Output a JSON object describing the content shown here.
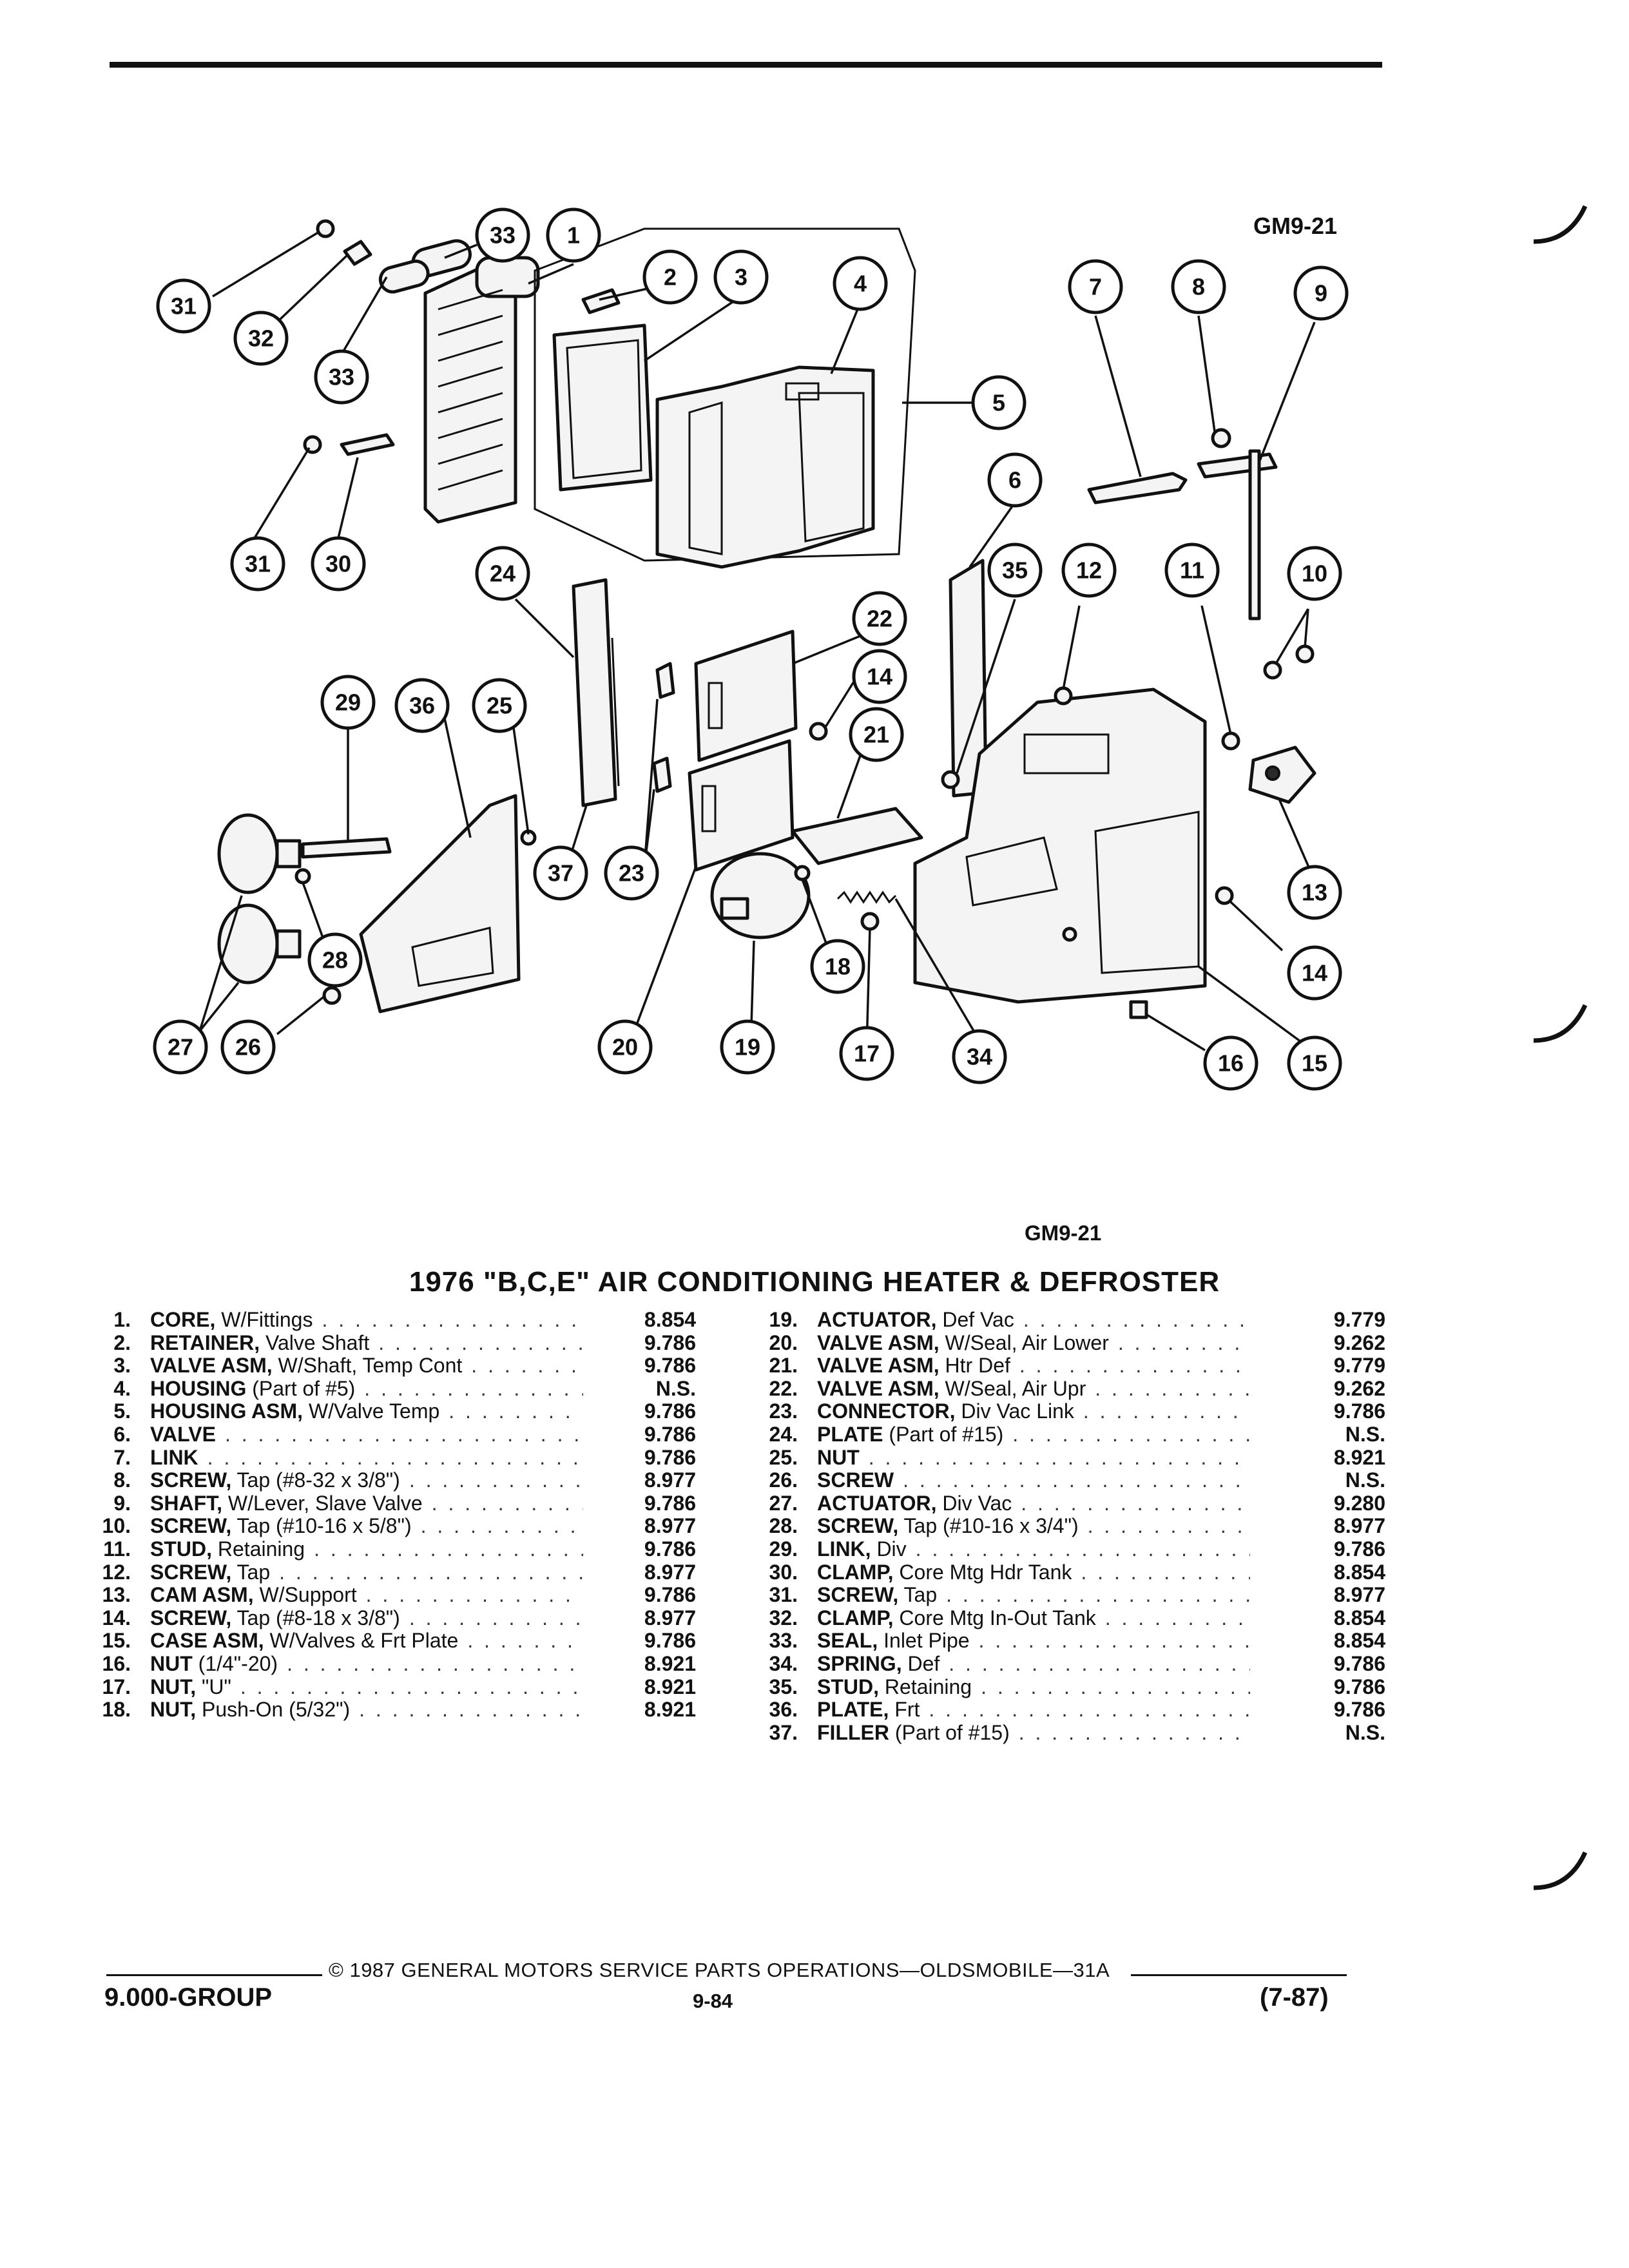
{
  "figure_code_top": "GM9-21",
  "figure_code_bottom": "GM9-21",
  "title": "1976 \"B,C,E\" AIR CONDITIONING HEATER & DEFROSTER",
  "callouts": [
    "1",
    "2",
    "3",
    "4",
    "5",
    "6",
    "7",
    "8",
    "9",
    "10",
    "11",
    "12",
    "13",
    "14",
    "15",
    "16",
    "17",
    "18",
    "19",
    "20",
    "21",
    "22",
    "23",
    "24",
    "25",
    "26",
    "27",
    "28",
    "29",
    "30",
    "31",
    "32",
    "33",
    "34",
    "35",
    "36",
    "37"
  ],
  "parts_left": [
    {
      "no": "1.",
      "name": "CORE,",
      "detail": " W/Fittings",
      "group": "8.854"
    },
    {
      "no": "2.",
      "name": "RETAINER,",
      "detail": " Valve Shaft",
      "group": "9.786"
    },
    {
      "no": "3.",
      "name": "VALVE ASM,",
      "detail": " W/Shaft, Temp Cont",
      "group": "9.786"
    },
    {
      "no": "4.",
      "name": "HOUSING",
      "detail": " (Part of #5)",
      "group": "N.S."
    },
    {
      "no": "5.",
      "name": "HOUSING ASM,",
      "detail": " W/Valve Temp",
      "group": "9.786"
    },
    {
      "no": "6.",
      "name": "VALVE",
      "detail": "",
      "group": "9.786"
    },
    {
      "no": "7.",
      "name": "LINK",
      "detail": "",
      "group": "9.786"
    },
    {
      "no": "8.",
      "name": "SCREW,",
      "detail": " Tap (#8-32 x 3/8\")",
      "group": "8.977"
    },
    {
      "no": "9.",
      "name": "SHAFT,",
      "detail": " W/Lever, Slave Valve",
      "group": "9.786"
    },
    {
      "no": "10.",
      "name": "SCREW,",
      "detail": " Tap (#10-16 x 5/8\")",
      "group": "8.977"
    },
    {
      "no": "11.",
      "name": "STUD,",
      "detail": " Retaining",
      "group": "9.786"
    },
    {
      "no": "12.",
      "name": "SCREW,",
      "detail": " Tap",
      "group": "8.977"
    },
    {
      "no": "13.",
      "name": "CAM ASM,",
      "detail": " W/Support",
      "group": "9.786"
    },
    {
      "no": "14.",
      "name": "SCREW,",
      "detail": " Tap (#8-18 x 3/8\")",
      "group": "8.977"
    },
    {
      "no": "15.",
      "name": "CASE ASM,",
      "detail": " W/Valves & Frt Plate",
      "group": "9.786"
    },
    {
      "no": "16.",
      "name": "NUT",
      "detail": " (1/4\"-20)",
      "group": "8.921"
    },
    {
      "no": "17.",
      "name": "NUT,",
      "detail": " \"U\"",
      "group": "8.921"
    },
    {
      "no": "18.",
      "name": "NUT,",
      "detail": " Push-On (5/32\")",
      "group": "8.921"
    }
  ],
  "parts_right": [
    {
      "no": "19.",
      "name": "ACTUATOR,",
      "detail": " Def Vac",
      "group": "9.779"
    },
    {
      "no": "20.",
      "name": "VALVE ASM,",
      "detail": " W/Seal, Air Lower",
      "group": "9.262"
    },
    {
      "no": "21.",
      "name": "VALVE ASM,",
      "detail": " Htr Def",
      "group": "9.779"
    },
    {
      "no": "22.",
      "name": "VALVE ASM,",
      "detail": " W/Seal, Air Upr",
      "group": "9.262"
    },
    {
      "no": "23.",
      "name": "CONNECTOR,",
      "detail": " Div Vac Link",
      "group": "9.786"
    },
    {
      "no": "24.",
      "name": "PLATE",
      "detail": " (Part of #15)",
      "group": "N.S."
    },
    {
      "no": "25.",
      "name": "NUT",
      "detail": "",
      "group": "8.921"
    },
    {
      "no": "26.",
      "name": "SCREW",
      "detail": "",
      "group": "N.S."
    },
    {
      "no": "27.",
      "name": "ACTUATOR,",
      "detail": " Div Vac",
      "group": "9.280"
    },
    {
      "no": "28.",
      "name": "SCREW,",
      "detail": " Tap (#10-16 x 3/4\")",
      "group": "8.977"
    },
    {
      "no": "29.",
      "name": "LINK,",
      "detail": " Div",
      "group": "9.786"
    },
    {
      "no": "30.",
      "name": "CLAMP,",
      "detail": " Core Mtg Hdr Tank",
      "group": "8.854"
    },
    {
      "no": "31.",
      "name": "SCREW,",
      "detail": " Tap",
      "group": "8.977"
    },
    {
      "no": "32.",
      "name": "CLAMP,",
      "detail": " Core Mtg In-Out Tank",
      "group": "8.854"
    },
    {
      "no": "33.",
      "name": "SEAL,",
      "detail": " Inlet Pipe",
      "group": "8.854"
    },
    {
      "no": "34.",
      "name": "SPRING,",
      "detail": " Def",
      "group": "9.786"
    },
    {
      "no": "35.",
      "name": "STUD,",
      "detail": " Retaining",
      "group": "9.786"
    },
    {
      "no": "36.",
      "name": "PLATE,",
      "detail": " Frt",
      "group": "9.786"
    },
    {
      "no": "37.",
      "name": "FILLER",
      "detail": " (Part of #15)",
      "group": "N.S."
    }
  ],
  "footer": {
    "copyright": "© 1987 GENERAL MOTORS SERVICE PARTS OPERATIONS—OLDSMOBILE—31A",
    "group": "9.000-GROUP",
    "page": "9-84",
    "date": "(7-87)"
  }
}
